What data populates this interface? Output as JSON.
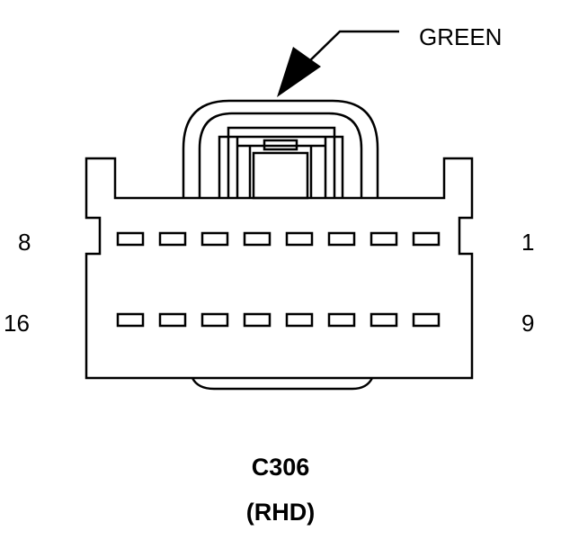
{
  "labels": {
    "color": "GREEN",
    "connector_id": "C306",
    "variant": "(RHD)"
  },
  "pins": {
    "top_left": "8",
    "top_right": "1",
    "bottom_left": "16",
    "bottom_right": "9"
  },
  "colors": {
    "line": "#000000",
    "background": "#ffffff"
  }
}
